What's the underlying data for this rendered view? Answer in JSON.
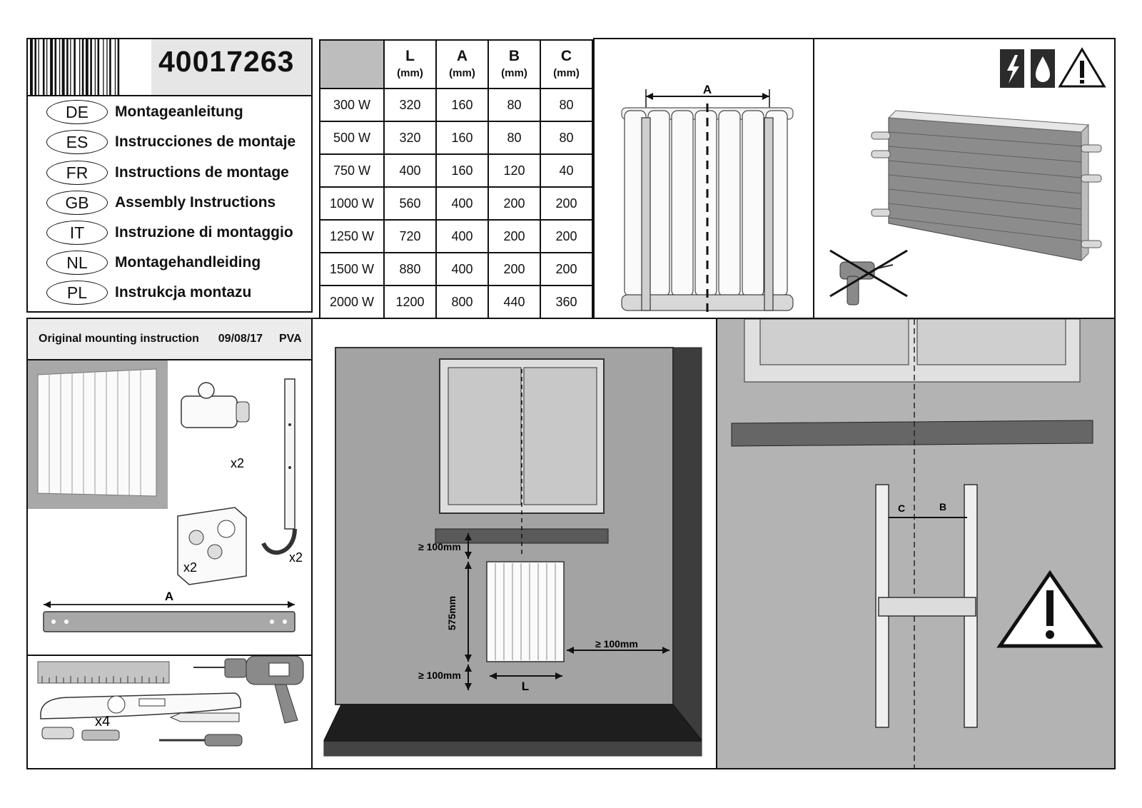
{
  "product_code": "40017263",
  "languages": [
    {
      "code": "DE",
      "label": "Montageanleitung"
    },
    {
      "code": "ES",
      "label": "Instrucciones de montaje"
    },
    {
      "code": "FR",
      "label": "Instructions de montage"
    },
    {
      "code": "GB",
      "label": "Assembly Instructions"
    },
    {
      "code": "IT",
      "label": "Instruzione di montaggio"
    },
    {
      "code": "NL",
      "label": "Montagehandleiding"
    },
    {
      "code": "PL",
      "label": "Instrukcja montazu"
    }
  ],
  "footer_info": {
    "title": "Original mounting instruction",
    "date": "09/08/17",
    "code": "PVA"
  },
  "spec_table": {
    "headers": [
      {
        "letter": "L",
        "unit": "(mm)"
      },
      {
        "letter": "A",
        "unit": "(mm)"
      },
      {
        "letter": "B",
        "unit": "(mm)"
      },
      {
        "letter": "C",
        "unit": "(mm)"
      }
    ],
    "rows": [
      [
        "300 W",
        "320",
        "160",
        "80",
        "80"
      ],
      [
        "500 W",
        "320",
        "160",
        "80",
        "80"
      ],
      [
        "750 W",
        "400",
        "160",
        "120",
        "40"
      ],
      [
        "1000 W",
        "560",
        "400",
        "200",
        "200"
      ],
      [
        "1250 W",
        "720",
        "400",
        "200",
        "200"
      ],
      [
        "1500 W",
        "880",
        "400",
        "200",
        "200"
      ],
      [
        "2000 W",
        "1200",
        "800",
        "440",
        "360"
      ]
    ]
  },
  "labels": {
    "dim_a": "A",
    "dim_b": "B",
    "dim_c": "C",
    "dim_l": "L",
    "qty_x2_a": "x2",
    "qty_x2_b": "x2",
    "qty_x2_c": "x2",
    "qty_x4": "x4",
    "clearance_top": "≥ 100mm",
    "clearance_bottom": "≥ 100mm",
    "clearance_side": "≥ 100mm",
    "height_575": "575mm"
  },
  "icons": [
    "barcode-icon",
    "electricity-warning-icon",
    "water-warning-icon",
    "caution-icon",
    "no-drill-icon",
    "warning-triangle-icon",
    "drill-icon",
    "ruler-icon",
    "spirit-level-icon",
    "pencil-icon",
    "screwdriver-icon",
    "wall-plug-icon"
  ]
}
